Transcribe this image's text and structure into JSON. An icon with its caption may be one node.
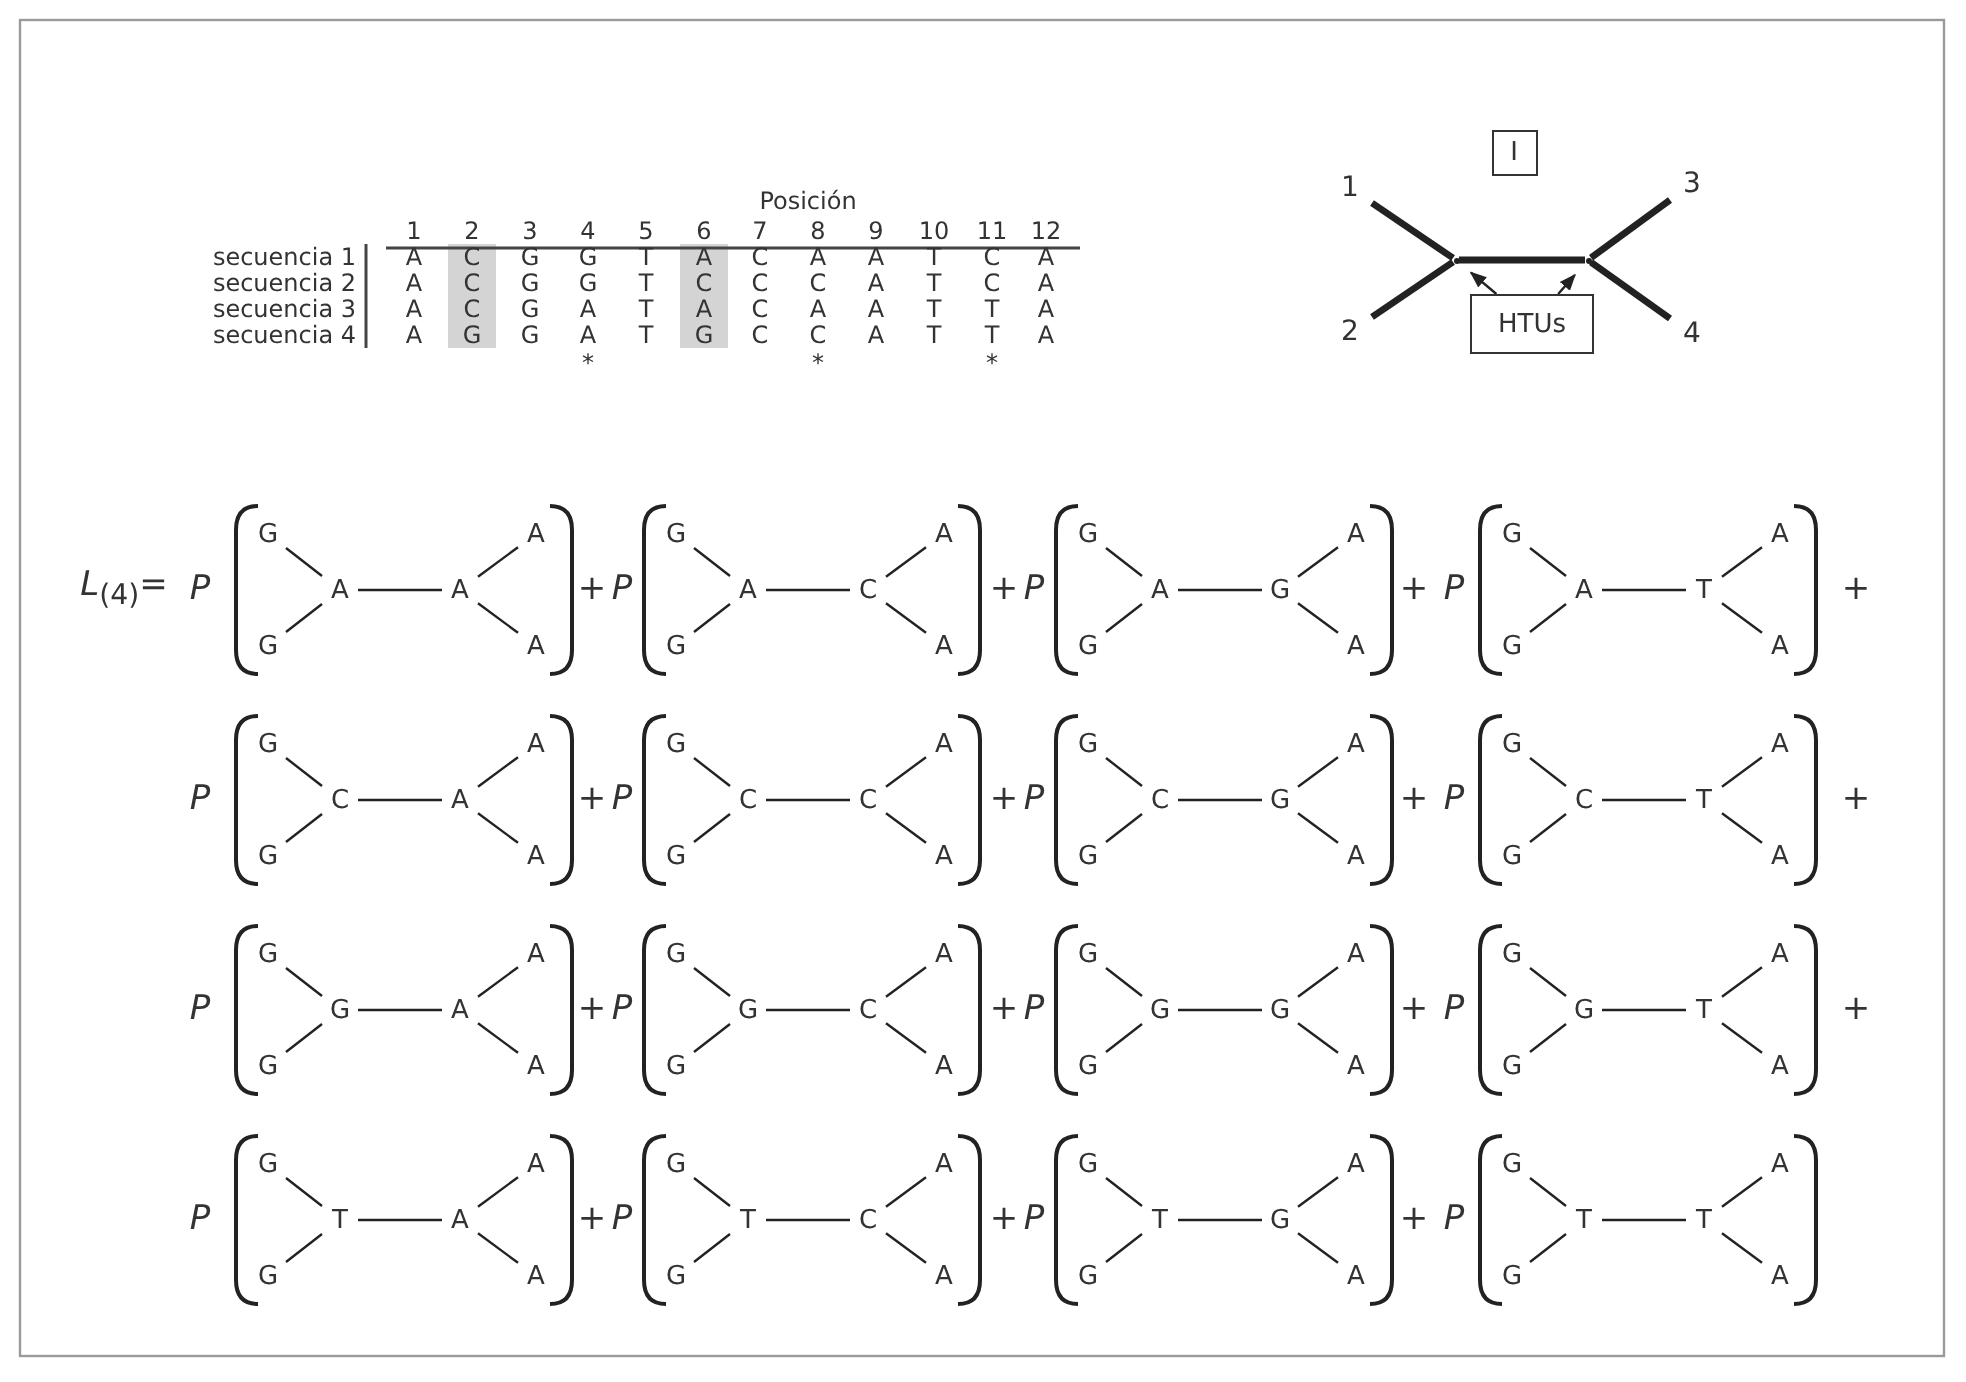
{
  "diagram": {
    "nodes": [
      {
        "text": [
          "I"
        ]
      },
      {
        "text": [
          "1"
        ]
      },
      {
        "text": [
          "2"
        ]
      },
      {
        "text": [
          "3"
        ]
      },
      {
        "text": [
          "4"
        ]
      },
      {
        "text": [],
        "shape": "dot"
      },
      {
        "text": [],
        "shape": "dot"
      },
      {
        "text": [
          "HTUs"
        ]
      },
      {
        "text": [
          "G"
        ]
      },
      {
        "text": [
          "A"
        ]
      },
      {
        "text": [
          "A"
        ]
      },
      {
        "text": [
          "A"
        ]
      },
      {
        "text": [
          "G"
        ]
      },
      {
        "text": [
          "A"
        ]
      },
      {
        "text": [
          "G"
        ]
      },
      {
        "text": [
          "A"
        ]
      },
      {
        "text": [
          "A"
        ]
      },
      {
        "text": [
          "C"
        ]
      },
      {
        "text": [
          "G"
        ]
      },
      {
        "text": [
          "A"
        ]
      },
      {
        "text": [
          "G"
        ]
      },
      {
        "text": [
          "A"
        ]
      },
      {
        "text": [
          "A"
        ]
      },
      {
        "text": [
          "G"
        ]
      },
      {
        "text": [
          "G"
        ]
      },
      {
        "text": [
          "A"
        ]
      },
      {
        "text": [
          "G"
        ]
      },
      {
        "text": [
          "A"
        ]
      },
      {
        "text": [
          "A"
        ]
      },
      {
        "text": [
          "T"
        ]
      },
      {
        "text": [
          "G"
        ]
      },
      {
        "text": [
          "A"
        ]
      },
      {
        "text": [
          "G"
        ]
      },
      {
        "text": [
          "A"
        ]
      },
      {
        "text": [
          "C"
        ]
      },
      {
        "text": [
          "A"
        ]
      },
      {
        "text": [
          "G"
        ]
      },
      {
        "text": [
          "A"
        ]
      },
      {
        "text": [
          "G"
        ]
      },
      {
        "text": [
          "A"
        ]
      },
      {
        "text": [
          "C"
        ]
      },
      {
        "text": [
          "C"
        ]
      },
      {
        "text": [
          "G"
        ]
      },
      {
        "text": [
          "A"
        ]
      },
      {
        "text": [
          "G"
        ]
      },
      {
        "text": [
          "A"
        ]
      },
      {
        "text": [
          "C"
        ]
      },
      {
        "text": [
          "G"
        ]
      },
      {
        "text": [
          "G"
        ]
      },
      {
        "text": [
          "A"
        ]
      },
      {
        "text": [
          "G"
        ]
      },
      {
        "text": [
          "A"
        ]
      },
      {
        "text": [
          "C"
        ]
      },
      {
        "text": [
          "T"
        ]
      },
      {
        "text": [
          "G"
        ]
      },
      {
        "text": [
          "A"
        ]
      },
      {
        "text": [
          "G"
        ]
      },
      {
        "text": [
          "A"
        ]
      },
      {
        "text": [
          "G"
        ]
      },
      {
        "text": [
          "A"
        ]
      },
      {
        "text": [
          "G"
        ]
      },
      {
        "text": [
          "A"
        ]
      },
      {
        "text": [
          "G"
        ]
      },
      {
        "text": [
          "A"
        ]
      },
      {
        "text": [
          "G"
        ]
      },
      {
        "text": [
          "C"
        ]
      },
      {
        "text": [
          "G"
        ]
      },
      {
        "text": [
          "A"
        ]
      },
      {
        "text": [
          "G"
        ]
      },
      {
        "text": [
          "A"
        ]
      },
      {
        "text": [
          "G"
        ]
      },
      {
        "text": [
          "G"
        ]
      },
      {
        "text": [
          "G"
        ]
      },
      {
        "text": [
          "A"
        ]
      },
      {
        "text": [
          "G"
        ]
      },
      {
        "text": [
          "A"
        ]
      },
      {
        "text": [
          "G"
        ]
      },
      {
        "text": [
          "T"
        ]
      },
      {
        "text": [
          "G"
        ]
      },
      {
        "text": [
          "A"
        ]
      },
      {
        "text": [
          "G"
        ]
      },
      {
        "text": [
          "A"
        ]
      },
      {
        "text": [
          "T"
        ]
      },
      {
        "text": [
          "A"
        ]
      },
      {
        "text": [
          "G"
        ]
      },
      {
        "text": [
          "A"
        ]
      },
      {
        "text": [
          "G"
        ]
      },
      {
        "text": [
          "A"
        ]
      },
      {
        "text": [
          "T"
        ]
      },
      {
        "text": [
          "C"
        ]
      },
      {
        "text": [
          "G"
        ]
      },
      {
        "text": [
          "A"
        ]
      },
      {
        "text": [
          "G"
        ]
      },
      {
        "text": [
          "A"
        ]
      },
      {
        "text": [
          "T"
        ]
      },
      {
        "text": [
          "G"
        ]
      },
      {
        "text": [
          "G"
        ]
      },
      {
        "text": [
          "A"
        ]
      },
      {
        "text": [
          "G"
        ]
      },
      {
        "text": [
          "A"
        ]
      },
      {
        "text": [
          "T"
        ]
      },
      {
        "text": [
          "T"
        ]
      },
      {
        "text": [
          "G"
        ]
      },
      {
        "text": [
          "A"
        ]
      }
    ],
    "edges": [
      {
        "from": 1,
        "to": 5,
        "arrow": "none",
        "style": "thick"
      },
      {
        "from": 2,
        "to": 5,
        "arrow": "none",
        "style": "thick"
      },
      {
        "from": 5,
        "to": 6,
        "arrow": "none",
        "style": "thick"
      },
      {
        "from": 6,
        "to": 3,
        "arrow": "none",
        "style": "thick"
      },
      {
        "from": 6,
        "to": 4,
        "arrow": "none",
        "style": "thick"
      },
      {
        "from": 7,
        "to": 5,
        "arrow": "to"
      },
      {
        "from": 7,
        "to": 6,
        "arrow": "to"
      },
      {
        "from": 8,
        "to": 10,
        "arrow": "none"
      },
      {
        "from": 12,
        "to": 10,
        "arrow": "none"
      },
      {
        "from": 10,
        "to": 11,
        "arrow": "none"
      },
      {
        "from": 11,
        "to": 9,
        "arrow": "none"
      },
      {
        "from": 11,
        "to": 13,
        "arrow": "none"
      },
      {
        "from": 14,
        "to": 16,
        "arrow": "none"
      },
      {
        "from": 18,
        "to": 16,
        "arrow": "none"
      },
      {
        "from": 16,
        "to": 17,
        "arrow": "none"
      },
      {
        "from": 17,
        "to": 15,
        "arrow": "none"
      },
      {
        "from": 17,
        "to": 19,
        "arrow": "none"
      },
      {
        "from": 20,
        "to": 22,
        "arrow": "none"
      },
      {
        "from": 24,
        "to": 22,
        "arrow": "none"
      },
      {
        "from": 22,
        "to": 23,
        "arrow": "none"
      },
      {
        "from": 23,
        "to": 21,
        "arrow": "none"
      },
      {
        "from": 23,
        "to": 25,
        "arrow": "none"
      },
      {
        "from": 26,
        "to": 28,
        "arrow": "none"
      },
      {
        "from": 30,
        "to": 28,
        "arrow": "none"
      },
      {
        "from": 28,
        "to": 29,
        "arrow": "none"
      },
      {
        "from": 29,
        "to": 27,
        "arrow": "none"
      },
      {
        "from": 29,
        "to": 31,
        "arrow": "none"
      },
      {
        "from": 32,
        "to": 34,
        "arrow": "none"
      },
      {
        "from": 36,
        "to": 34,
        "arrow": "none"
      },
      {
        "from": 34,
        "to": 35,
        "arrow": "none"
      },
      {
        "from": 35,
        "to": 33,
        "arrow": "none"
      },
      {
        "from": 35,
        "to": 37,
        "arrow": "none"
      },
      {
        "from": 38,
        "to": 40,
        "arrow": "none"
      },
      {
        "from": 42,
        "to": 40,
        "arrow": "none"
      },
      {
        "from": 40,
        "to": 41,
        "arrow": "none"
      },
      {
        "from": 41,
        "to": 39,
        "arrow": "none"
      },
      {
        "from": 41,
        "to": 43,
        "arrow": "none"
      },
      {
        "from": 44,
        "to": 46,
        "arrow": "none"
      },
      {
        "from": 48,
        "to": 46,
        "arrow": "none"
      },
      {
        "from": 46,
        "to": 47,
        "arrow": "none"
      },
      {
        "from": 47,
        "to": 45,
        "arrow": "none"
      },
      {
        "from": 47,
        "to": 49,
        "arrow": "none"
      },
      {
        "from": 50,
        "to": 52,
        "arrow": "none"
      },
      {
        "from": 54,
        "to": 52,
        "arrow": "none"
      },
      {
        "from": 52,
        "to": 53,
        "arrow": "none"
      },
      {
        "from": 53,
        "to": 51,
        "arrow": "none"
      },
      {
        "from": 53,
        "to": 55,
        "arrow": "none"
      },
      {
        "from": 56,
        "to": 58,
        "arrow": "none"
      },
      {
        "from": 60,
        "to": 58,
        "arrow": "none"
      },
      {
        "from": 58,
        "to": 59,
        "arrow": "none"
      },
      {
        "from": 59,
        "to": 57,
        "arrow": "none"
      },
      {
        "from": 59,
        "to": 61,
        "arrow": "none"
      },
      {
        "from": 62,
        "to": 64,
        "arrow": "none"
      },
      {
        "from": 66,
        "to": 64,
        "arrow": "none"
      },
      {
        "from": 64,
        "to": 65,
        "arrow": "none"
      },
      {
        "from": 65,
        "to": 63,
        "arrow": "none"
      },
      {
        "from": 65,
        "to": 67,
        "arrow": "none"
      },
      {
        "from": 68,
        "to": 70,
        "arrow": "none"
      },
      {
        "from": 72,
        "to": 70,
        "arrow": "none"
      },
      {
        "from": 70,
        "to": 71,
        "arrow": "none"
      },
      {
        "from": 71,
        "to": 69,
        "arrow": "none"
      },
      {
        "from": 71,
        "to": 73,
        "arrow": "none"
      },
      {
        "from": 74,
        "to": 76,
        "arrow": "none"
      },
      {
        "from": 78,
        "to": 76,
        "arrow": "none"
      },
      {
        "from": 76,
        "to": 77,
        "arrow": "none"
      },
      {
        "from": 77,
        "to": 75,
        "arrow": "none"
      },
      {
        "from": 77,
        "to": 79,
        "arrow": "none"
      },
      {
        "from": 80,
        "to": 82,
        "arrow": "none"
      },
      {
        "from": 84,
        "to": 82,
        "arrow": "none"
      },
      {
        "from": 82,
        "to": 83,
        "arrow": "none"
      },
      {
        "from": 83,
        "to": 81,
        "arrow": "none"
      },
      {
        "from": 83,
        "to": 85,
        "arrow": "none"
      },
      {
        "from": 86,
        "to": 88,
        "arrow": "none"
      },
      {
        "from": 90,
        "to": 88,
        "arrow": "none"
      },
      {
        "from": 88,
        "to": 89,
        "arrow": "none"
      },
      {
        "from": 89,
        "to": 87,
        "arrow": "none"
      },
      {
        "from": 89,
        "to": 91,
        "arrow": "none"
      },
      {
        "from": 92,
        "to": 94,
        "arrow": "none"
      },
      {
        "from": 96,
        "to": 94,
        "arrow": "none"
      },
      {
        "from": 94,
        "to": 95,
        "arrow": "none"
      },
      {
        "from": 95,
        "to": 93,
        "arrow": "none"
      },
      {
        "from": 95,
        "to": 97,
        "arrow": "none"
      },
      {
        "from": 98,
        "to": 100,
        "arrow": "none"
      },
      {
        "from": 102,
        "to": 100,
        "arrow": "none"
      },
      {
        "from": 100,
        "to": 101,
        "arrow": "none"
      },
      {
        "from": 101,
        "to": 99,
        "arrow": "none"
      },
      {
        "from": 101,
        "to": 103,
        "arrow": "none"
      }
    ],
    "labels": [
      "Posición",
      "1",
      "2",
      "3",
      "4",
      "5",
      "6",
      "7",
      "8",
      "9",
      "10",
      "11",
      "12",
      "secuencia 1",
      "A",
      "C",
      "G",
      "G",
      "T",
      "A",
      "C",
      "A",
      "A",
      "T",
      "C",
      "A",
      "secuencia 2",
      "A",
      "C",
      "G",
      "G",
      "T",
      "C",
      "C",
      "C",
      "A",
      "T",
      "C",
      "A",
      "secuencia 3",
      "A",
      "C",
      "G",
      "A",
      "T",
      "A",
      "C",
      "A",
      "A",
      "T",
      "T",
      "A",
      "secuencia 4",
      "A",
      "G",
      "G",
      "A",
      "T",
      "G",
      "C",
      "C",
      "A",
      "T",
      "T",
      "A",
      "*",
      "*",
      "*",
      "*L*$_{(4)}$=",
      "P",
      "+",
      "P",
      "+",
      "P",
      "+",
      "P",
      "+",
      "P",
      "+",
      "P",
      "+",
      "P",
      "+",
      "P",
      "+",
      "P",
      "+",
      "P",
      "+",
      "P",
      "+",
      "P",
      "+",
      "P",
      "+",
      "P",
      "+",
      "P",
      "+",
      "P"
    ]
  }
}
